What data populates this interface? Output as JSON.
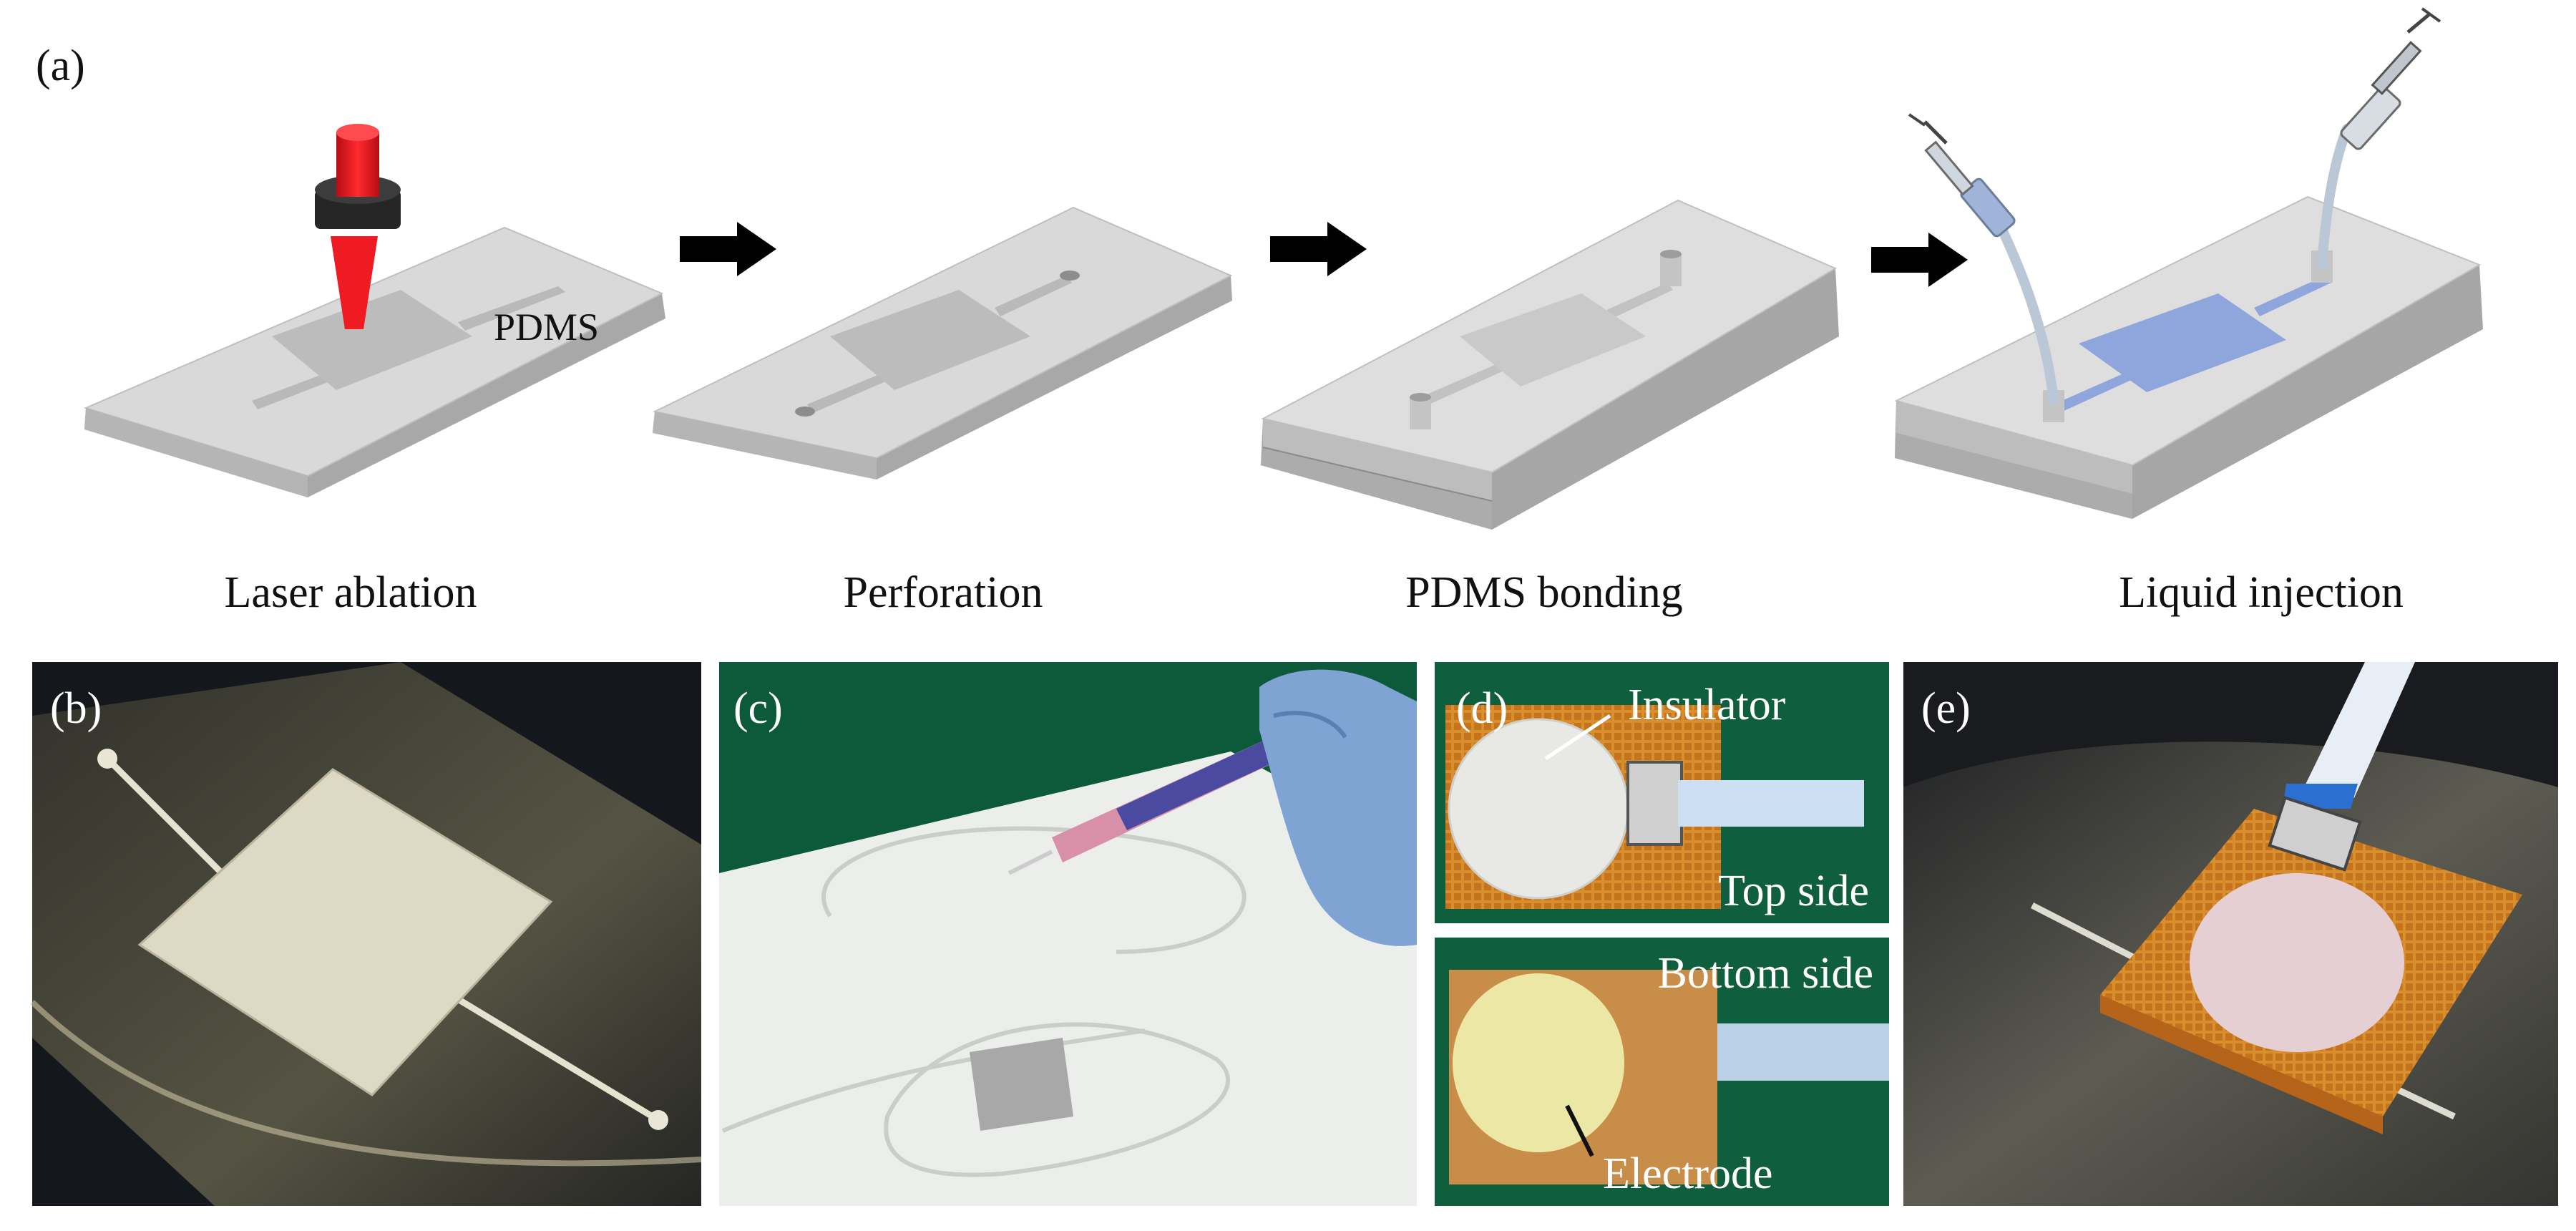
{
  "panel_a": {
    "label": "(a)",
    "material_label": "PDMS",
    "steps": [
      {
        "label": "Laser ablation"
      },
      {
        "label": "Perforation"
      },
      {
        "label": "PDMS bonding"
      },
      {
        "label": "Liquid injection"
      }
    ]
  },
  "panel_b": {
    "label": "(b)"
  },
  "panel_c": {
    "label": "(c)"
  },
  "panel_d": {
    "label": "(d)",
    "insulator_label": "Insulator",
    "top_label": "Top side",
    "bottom_label": "Bottom side",
    "electrode_label": "Electrode"
  },
  "panel_e": {
    "label": "(e)"
  },
  "colors": {
    "slab_top": "#d7d7d7",
    "slab_side": "#a9a9a9",
    "channel": "#b8b8b8",
    "liquid": "#8fa6dc",
    "laser": "#e8141b",
    "photo_dark": "#15191f",
    "photo_green": "#0d5a3a",
    "polyimide": "#d98f2e",
    "fpc_cable": "#cde0f3",
    "insulator_disc": "#e8e8e4",
    "electrode_disc": "#ece7a4"
  },
  "icons": [
    "arrow-right-icon",
    "laser-head-icon",
    "syringe-icon"
  ]
}
